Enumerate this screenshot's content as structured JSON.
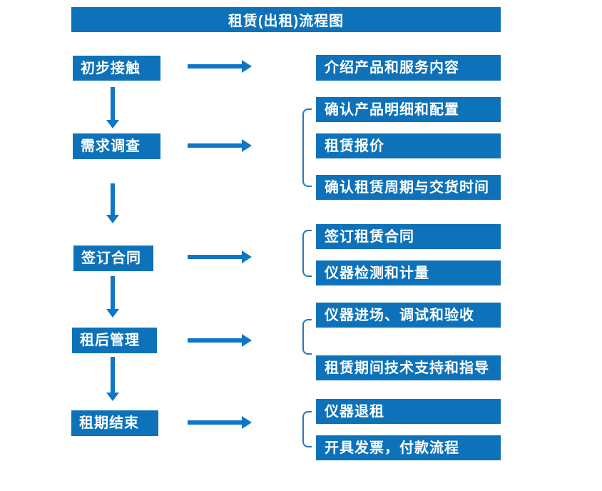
{
  "title": "租赁(出租)流程图",
  "colors": {
    "box_blue": "#0d72b9",
    "arrow_blue": "#0f76c6",
    "bracket_blue": "#2e75b6",
    "text_white": "#ffffff"
  },
  "steps": [
    {
      "label": "初步接触",
      "outputs": [
        "介绍产品和服务内容"
      ]
    },
    {
      "label": "需求调查",
      "outputs": [
        "确认产品明细和配置",
        "租赁报价",
        "确认租赁周期与交货时间"
      ]
    },
    {
      "label": "签订合同",
      "outputs": [
        "签订租赁合同",
        "仪器检测和计量"
      ]
    },
    {
      "label": "租后管理",
      "outputs": [
        "仪器进场、调试和验收",
        "租赁期间技术支持和指导"
      ]
    },
    {
      "label": "租期结束",
      "outputs": [
        "仪器退租",
        "开具发票，付款流程"
      ]
    }
  ]
}
